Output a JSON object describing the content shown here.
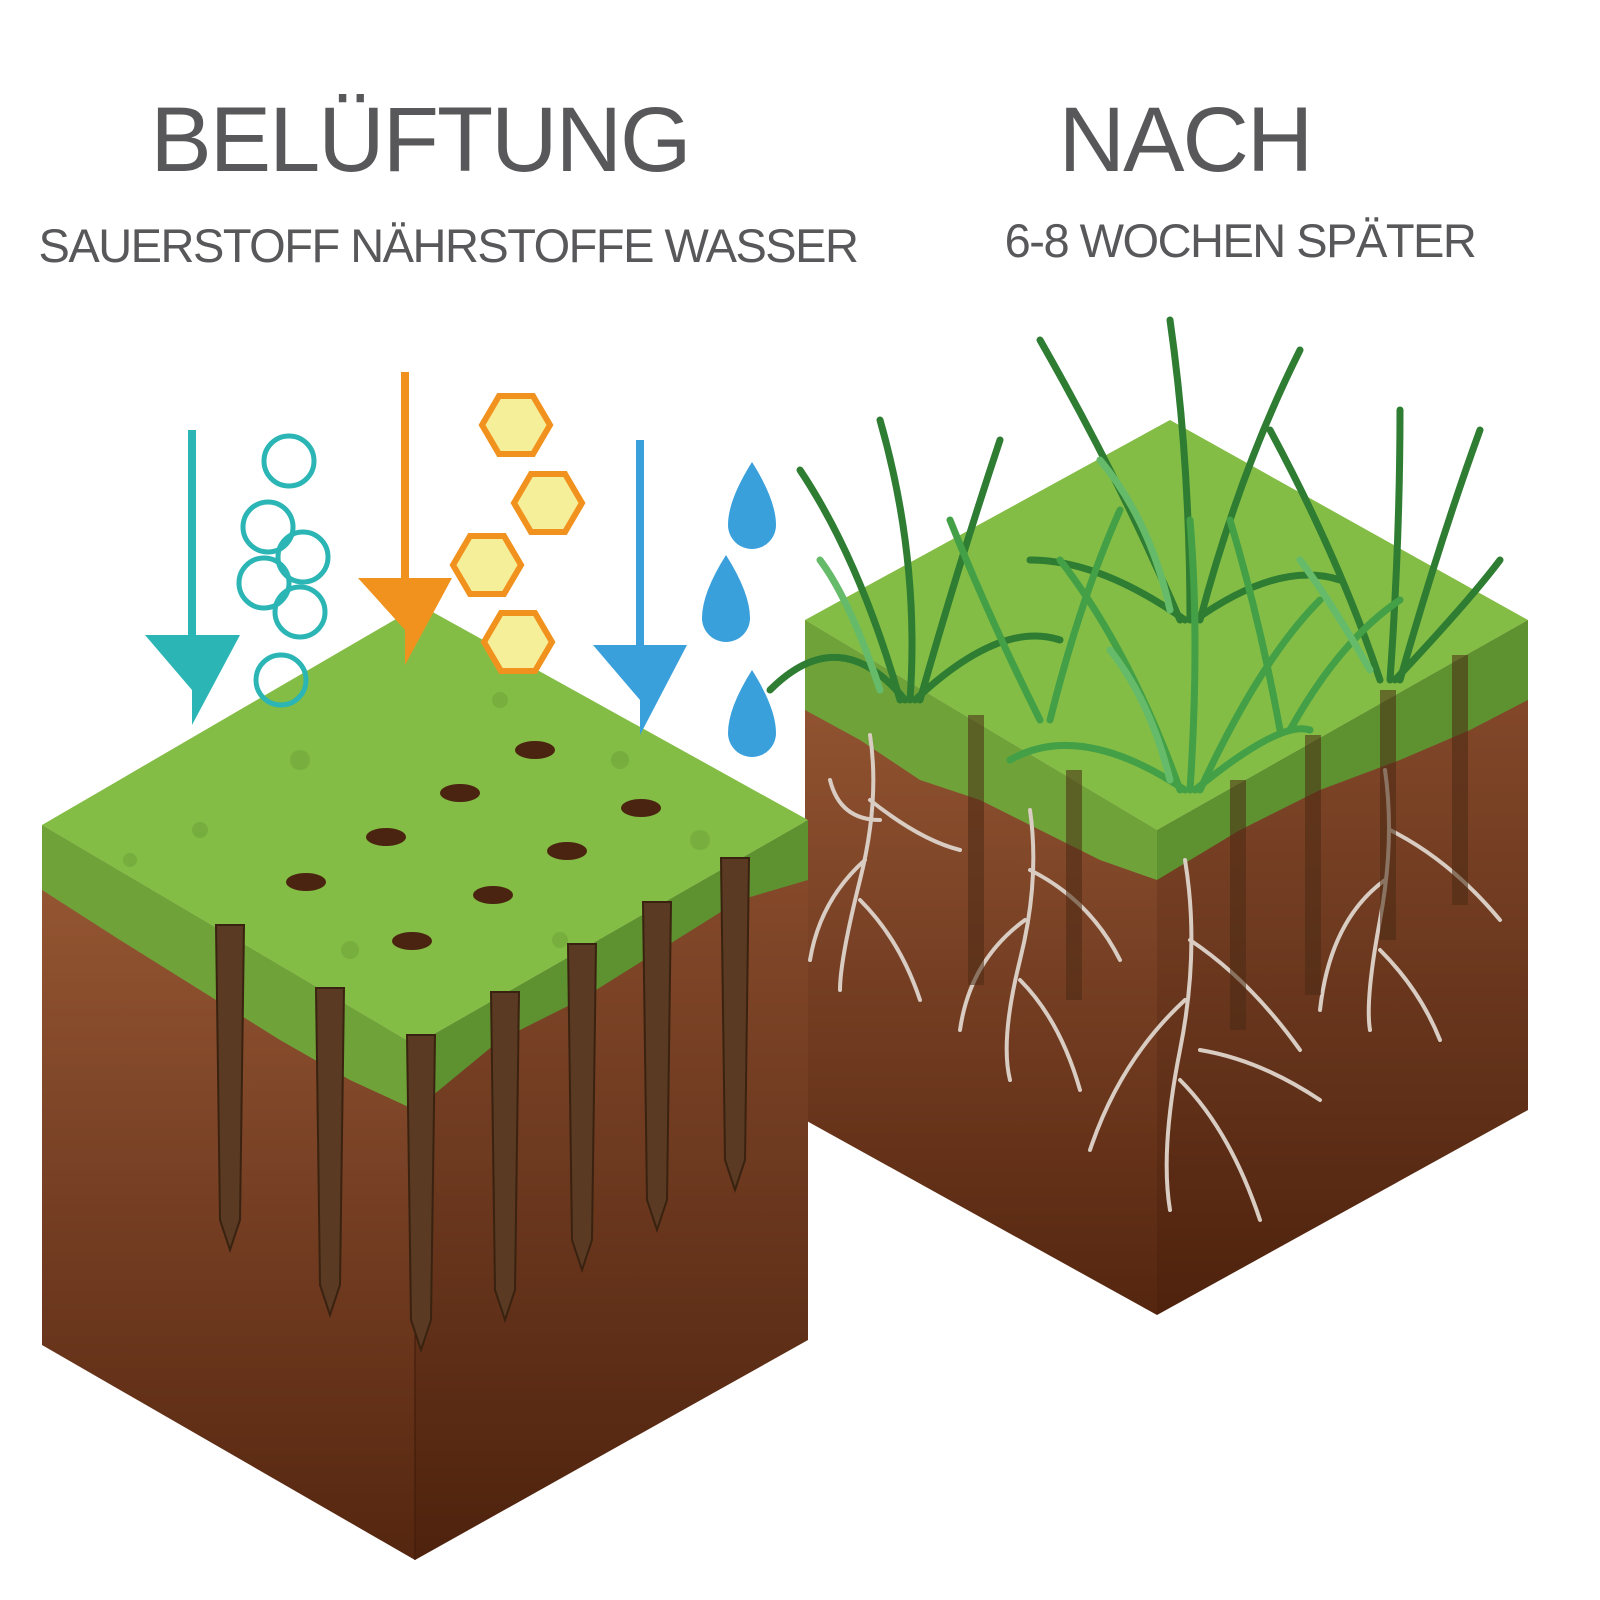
{
  "left_panel": {
    "title": "BELÜFTUNG",
    "subtitle": "SAUERSTOFF NÄHRSTOFFE WASSER"
  },
  "right_panel": {
    "title": "NACH",
    "subtitle": "6-8 WOCHEN SPÄTER"
  },
  "colors": {
    "text": "#58585a",
    "oxygen": "#2bb5b5",
    "nutrients": "#f2921e",
    "water": "#3aa0dc",
    "grass": "#7cb342",
    "soil_top": "#8a5030",
    "soil_bottom": "#5a2a14",
    "roots": "#d8ccc4"
  }
}
